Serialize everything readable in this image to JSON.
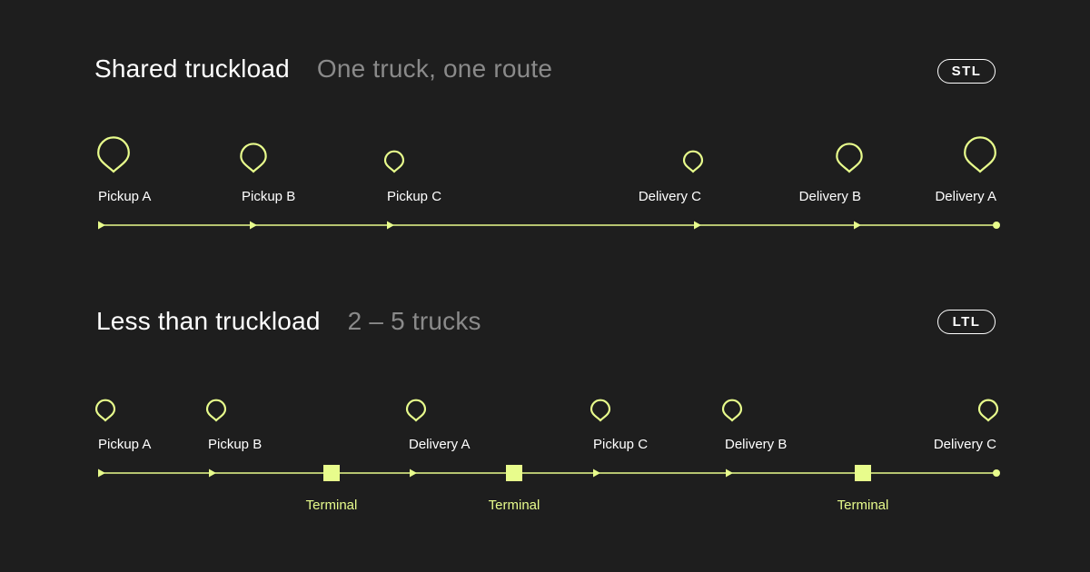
{
  "colors": {
    "background": "#1e1e1e",
    "accent": "#e8fc8c",
    "text": "#ffffff",
    "muted": "#8a8a8a"
  },
  "stl": {
    "title": "Shared truckload",
    "subtitle": "One truck, one route",
    "badge": "STL",
    "stops": [
      {
        "label": "Pickup A",
        "size": "large"
      },
      {
        "label": "Pickup B",
        "size": "medium"
      },
      {
        "label": "Pickup C",
        "size": "small"
      },
      {
        "label": "Delivery C",
        "size": "small"
      },
      {
        "label": "Delivery B",
        "size": "medium"
      },
      {
        "label": "Delivery A",
        "size": "large"
      }
    ]
  },
  "ltl": {
    "title": "Less than truckload",
    "subtitle": "2 – 5 trucks",
    "badge": "LTL",
    "stops": [
      {
        "label": "Pickup A",
        "size": "small"
      },
      {
        "label": "Pickup B",
        "size": "small"
      },
      {
        "label": "Delivery A",
        "size": "small"
      },
      {
        "label": "Pickup C",
        "size": "small"
      },
      {
        "label": "Delivery B",
        "size": "small"
      },
      {
        "label": "Delivery C",
        "size": "small"
      }
    ],
    "terminals": [
      {
        "label": "Terminal"
      },
      {
        "label": "Terminal"
      },
      {
        "label": "Terminal"
      }
    ]
  }
}
